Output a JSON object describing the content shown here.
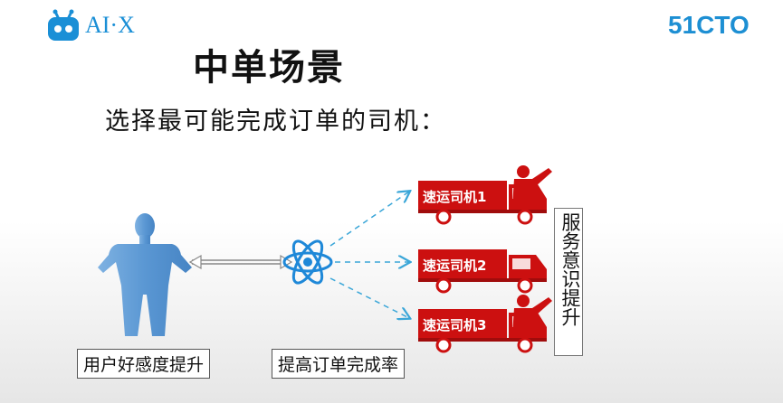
{
  "header": {
    "logo_left_text": "AI·X",
    "logo_right_text": "51CTO"
  },
  "slide": {
    "title": "中单场景",
    "subtitle": "选择最可能完成订单的司机："
  },
  "diagram": {
    "user_label": "用户好感度提升",
    "center_label": "提高订单完成率",
    "drivers": [
      "速运司机1",
      "速运司机2",
      "速运司机3"
    ],
    "service_label": "服务意识提升"
  },
  "colors": {
    "brand_blue": "#1a8fd6",
    "truck_red": "#cc1010",
    "person_blue": "#5c9bd6",
    "atom_blue": "#1e88d8",
    "arrow_dash": "#3aa6d8"
  }
}
